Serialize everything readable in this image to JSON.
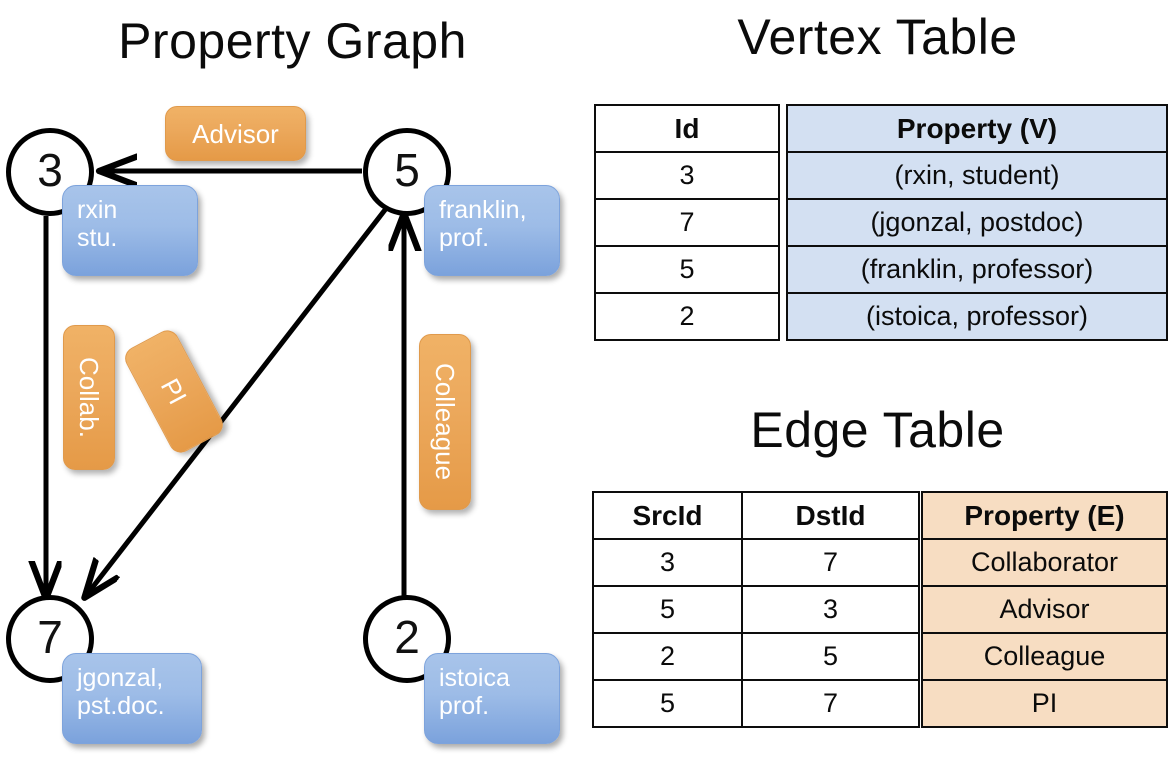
{
  "titles": {
    "property_graph": "Property Graph",
    "vertex_table": "Vertex Table",
    "edge_table": "Edge Table"
  },
  "colors": {
    "vertex_property_fill": "#d3e0f2",
    "edge_property_fill": "#f7ddc2",
    "node_bubble_blue": "#9dbce7",
    "edge_bubble_orange": "#eca95d",
    "stroke": "#000000",
    "background": "#ffffff"
  },
  "graph": {
    "nodes": [
      {
        "id": "3",
        "prop_line1": "rxin",
        "prop_line2": "stu."
      },
      {
        "id": "5",
        "prop_line1": "franklin,",
        "prop_line2": "prof."
      },
      {
        "id": "7",
        "prop_line1": "jgonzal,",
        "prop_line2": "pst.doc."
      },
      {
        "id": "2",
        "prop_line1": "istoica",
        "prop_line2": "prof."
      }
    ],
    "edge_labels": [
      {
        "name": "advisor-label",
        "text": "Advisor",
        "orientation": "horizontal"
      },
      {
        "name": "collab-label",
        "text": "Collab.",
        "orientation": "vertical"
      },
      {
        "name": "pi-label",
        "text": "PI",
        "orientation": "diagonal"
      },
      {
        "name": "colleague-label",
        "text": "Colleague",
        "orientation": "vertical"
      }
    ],
    "edges": [
      {
        "from": "5",
        "to": "3",
        "label": "Advisor"
      },
      {
        "from": "3",
        "to": "7",
        "label": "Collab."
      },
      {
        "from": "5",
        "to": "7",
        "label": "PI"
      },
      {
        "from": "2",
        "to": "5",
        "label": "Colleague"
      }
    ]
  },
  "vertex_table": {
    "headers": [
      "Id",
      "Property (V)"
    ],
    "rows": [
      {
        "id": "3",
        "property": "(rxin, student)"
      },
      {
        "id": "7",
        "property": "(jgonzal, postdoc)"
      },
      {
        "id": "5",
        "property": "(franklin, professor)"
      },
      {
        "id": "2",
        "property": "(istoica, professor)"
      }
    ]
  },
  "edge_table": {
    "headers": [
      "SrcId",
      "DstId",
      "Property (E)"
    ],
    "rows": [
      {
        "src": "3",
        "dst": "7",
        "property": "Collaborator"
      },
      {
        "src": "5",
        "dst": "3",
        "property": "Advisor"
      },
      {
        "src": "2",
        "dst": "5",
        "property": "Colleague"
      },
      {
        "src": "5",
        "dst": "7",
        "property": "PI"
      }
    ]
  }
}
